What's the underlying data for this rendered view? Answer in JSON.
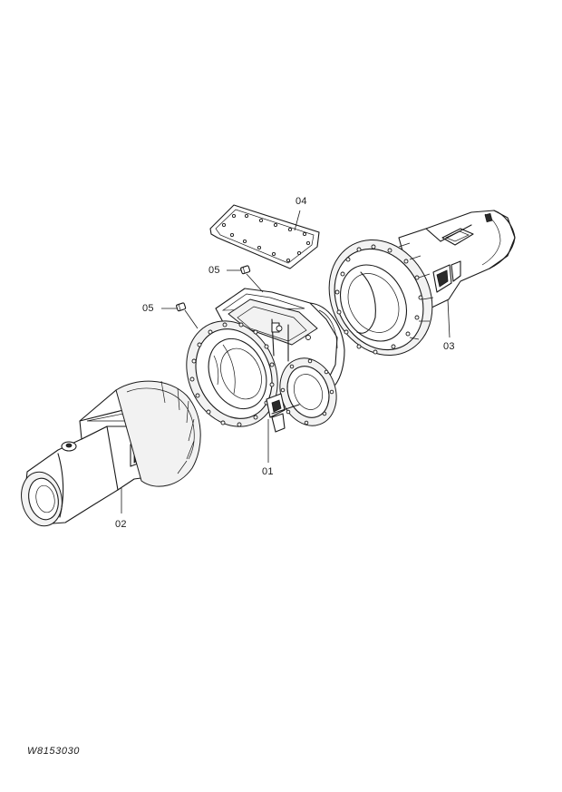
{
  "parts": [
    {
      "id": "part-01",
      "label": "01",
      "icon": "differential-housing-center-icon"
    },
    {
      "id": "part-02",
      "label": "02",
      "icon": "axle-housing-left-icon"
    },
    {
      "id": "part-03",
      "label": "03",
      "icon": "axle-housing-right-icon"
    },
    {
      "id": "part-04",
      "label": "04",
      "icon": "cover-plate-icon"
    },
    {
      "id": "part-05a",
      "label": "05",
      "icon": "plug-icon"
    },
    {
      "id": "part-05b",
      "label": "05",
      "icon": "plug-icon"
    }
  ],
  "drawing_code": "W8153030"
}
